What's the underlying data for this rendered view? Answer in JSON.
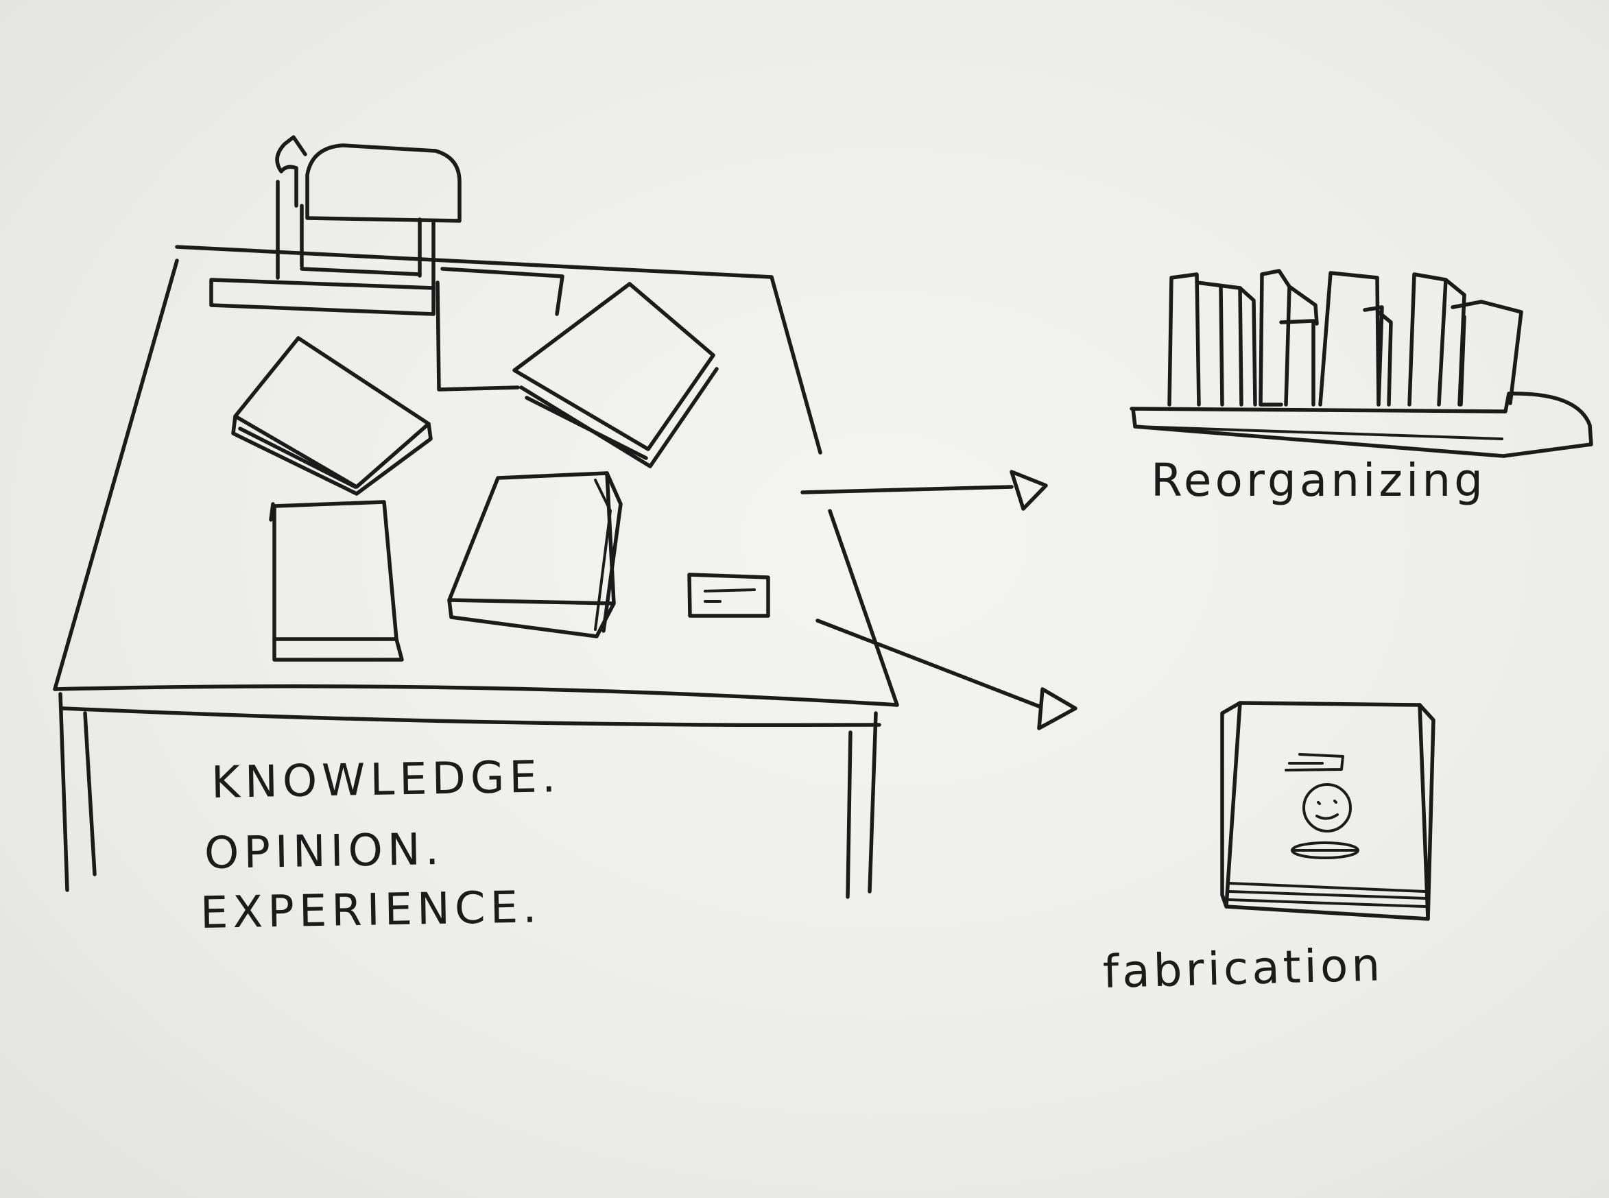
{
  "labels": {
    "knowledge": "KNOWLEDGE.",
    "opinion": "OPINION.",
    "experience": "EXPERIENCE.",
    "reorganizing": "Reorganizing",
    "fabrication": "fabrication"
  },
  "icons": {
    "desk": "desk-with-books-icon",
    "lamp": "desk-lamp-icon",
    "bookshelf": "bookshelf-icon",
    "book": "book-cover-icon"
  },
  "colors": {
    "ink": "#1b1b1b",
    "paper": "#ececea"
  }
}
